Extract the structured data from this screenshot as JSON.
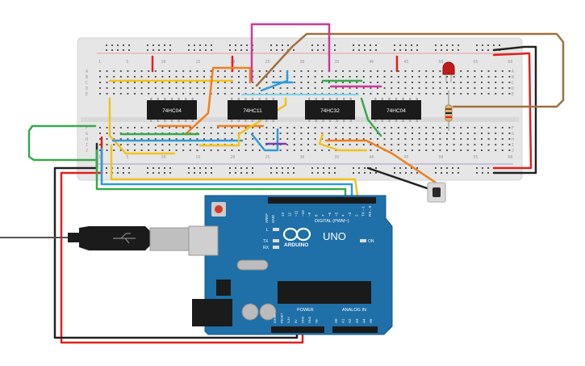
{
  "breadboard": {
    "column_numbers": [
      "1",
      "5",
      "10",
      "15",
      "20",
      "25",
      "30",
      "35",
      "40",
      "45",
      "50",
      "55",
      "60"
    ],
    "row_letters_top": [
      "A",
      "B",
      "C",
      "D",
      "E"
    ],
    "row_letters_bottom": [
      "F",
      "G",
      "H",
      "I",
      "J"
    ]
  },
  "chips": [
    {
      "label": "74HC04"
    },
    {
      "label": "74HC11"
    },
    {
      "label": "74HC32"
    },
    {
      "label": "74HC04"
    }
  ],
  "arduino": {
    "brand": "ARDUINO",
    "model": "UNO",
    "digital_header": "DIGITAL (PWM~)",
    "power_header": "POWER",
    "analog_header": "ANALOG IN",
    "on_label": "ON",
    "l_label": "L",
    "tx_label": "TX",
    "rx_label": "RX",
    "aref_label": "AREF",
    "gnd_label": "GND",
    "digital_pins": [
      "13",
      "12",
      "~11",
      "~10",
      "~9",
      "8",
      "7",
      "~6",
      "~5",
      "4",
      "~3",
      "2",
      "TX→1",
      "RX←0"
    ],
    "power_pins": [
      "IOREF",
      "RESET",
      "3.3V",
      "5V",
      "GND",
      "GND",
      "Vin"
    ],
    "analog_pins": [
      "A0",
      "A1",
      "A2",
      "A3",
      "A4",
      "A5"
    ]
  },
  "colors": {
    "red_wire": "#e0201c",
    "black_wire": "#222222",
    "green_wire": "#3aa84a",
    "blue_wire": "#2f9bd6",
    "yellow_wire": "#f2c21b",
    "orange_wire": "#f07f1c",
    "magenta_wire": "#c83c9a",
    "purple_wire": "#7a3eb0",
    "brown_wire": "#a0703c",
    "board_blue": "#1f6fa8"
  }
}
